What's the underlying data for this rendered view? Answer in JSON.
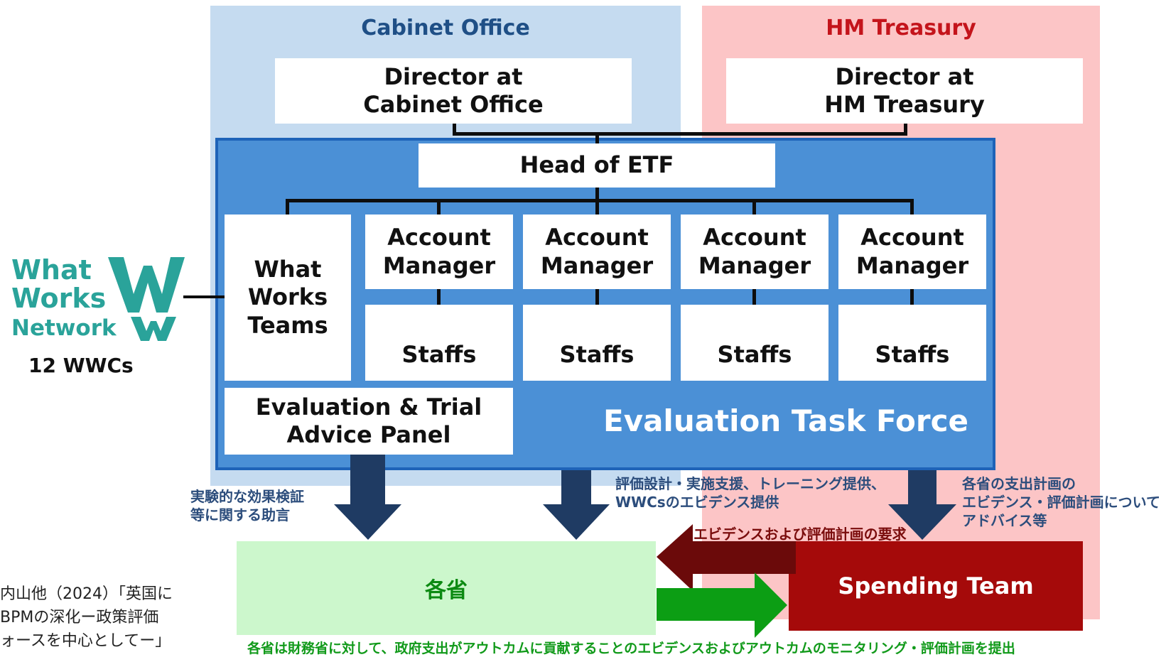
{
  "colors": {
    "cabinet_bg": "#c5dbf0",
    "treasury_bg": "#fcc5c6",
    "etf_bg": "#4b90d6",
    "ministries_bg": "#ccf7cc",
    "spending_bg": "#a50a0a",
    "arrow_navy": "#1f3b63",
    "arrow_green": "#0c9e14",
    "arrow_maroon": "#6b0a0a",
    "wwn_teal": "#2aa39a"
  },
  "cabinet_office": {
    "title": "Cabinet Office",
    "director": [
      "Director at",
      "Cabinet Office"
    ]
  },
  "hm_treasury": {
    "title": "HM Treasury",
    "director": [
      "Director at",
      "HM Treasury"
    ]
  },
  "etf": {
    "head": "Head of ETF",
    "label": "Evaluation Task Force",
    "what_works_teams": [
      "What",
      "Works",
      "Teams"
    ],
    "account_managers": [
      {
        "title": [
          "Account",
          "Manager"
        ],
        "staff": "Staffs"
      },
      {
        "title": [
          "Account",
          "Manager"
        ],
        "staff": "Staffs"
      },
      {
        "title": [
          "Account",
          "Manager"
        ],
        "staff": "Staffs"
      },
      {
        "title": [
          "Account",
          "Manager"
        ],
        "staff": "Staffs"
      }
    ],
    "advice_panel": [
      "Evaluation & Trial",
      "Advice Panel"
    ]
  },
  "wwn": {
    "logo_text": [
      "What",
      "Works",
      "Network"
    ],
    "count": "12 WWCs"
  },
  "ministries": "各省",
  "spending_team": "Spending Team",
  "annotations": {
    "advice": [
      "実験的な効果検証",
      "等に関する助言"
    ],
    "support": [
      "評価設計・実施支援、トレーニング提供、",
      "WWCsのエビデンス提供"
    ],
    "treasury_advice": [
      "各省の支出計画の",
      "エビデンス・評価計画について",
      "アドバイス等"
    ],
    "request": "エビデンスおよび評価計画の要求",
    "submit": "各省は財務省に対して、政府支出がアウトカムに貢献することのエビデンスおよびアウトカムのモニタリング・評価計画を提出"
  },
  "source_note": [
    "内山他（2024）「英国に",
    "BPMの深化ー政策評価",
    "ォースを中心としてー」"
  ]
}
